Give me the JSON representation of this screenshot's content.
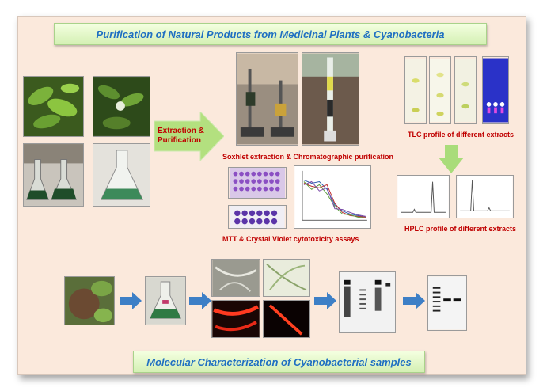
{
  "title": "Purification of Natural Products from Medicinal Plants & Cyanobacteria",
  "footer_title": "Molecular Characterization of Cyanobacterial samples",
  "extraction_arrow": {
    "line1": "Extraction &",
    "line2": "Purification"
  },
  "captions": {
    "soxhlet": "Soxhlet extraction & Chromatographic purification",
    "tlc": "TLC profile of different extracts",
    "mtt": "MTT & Crystal Violet cytotoxicity assays",
    "hplc": "HPLC profile of different extracts"
  },
  "colors": {
    "title_text": "#1f6fc2",
    "caption_text": "#c00000",
    "arrow_green": "#a9dc7a",
    "arrow_blue": "#3d7fc6",
    "poster_bg": "#fbe9dc"
  }
}
